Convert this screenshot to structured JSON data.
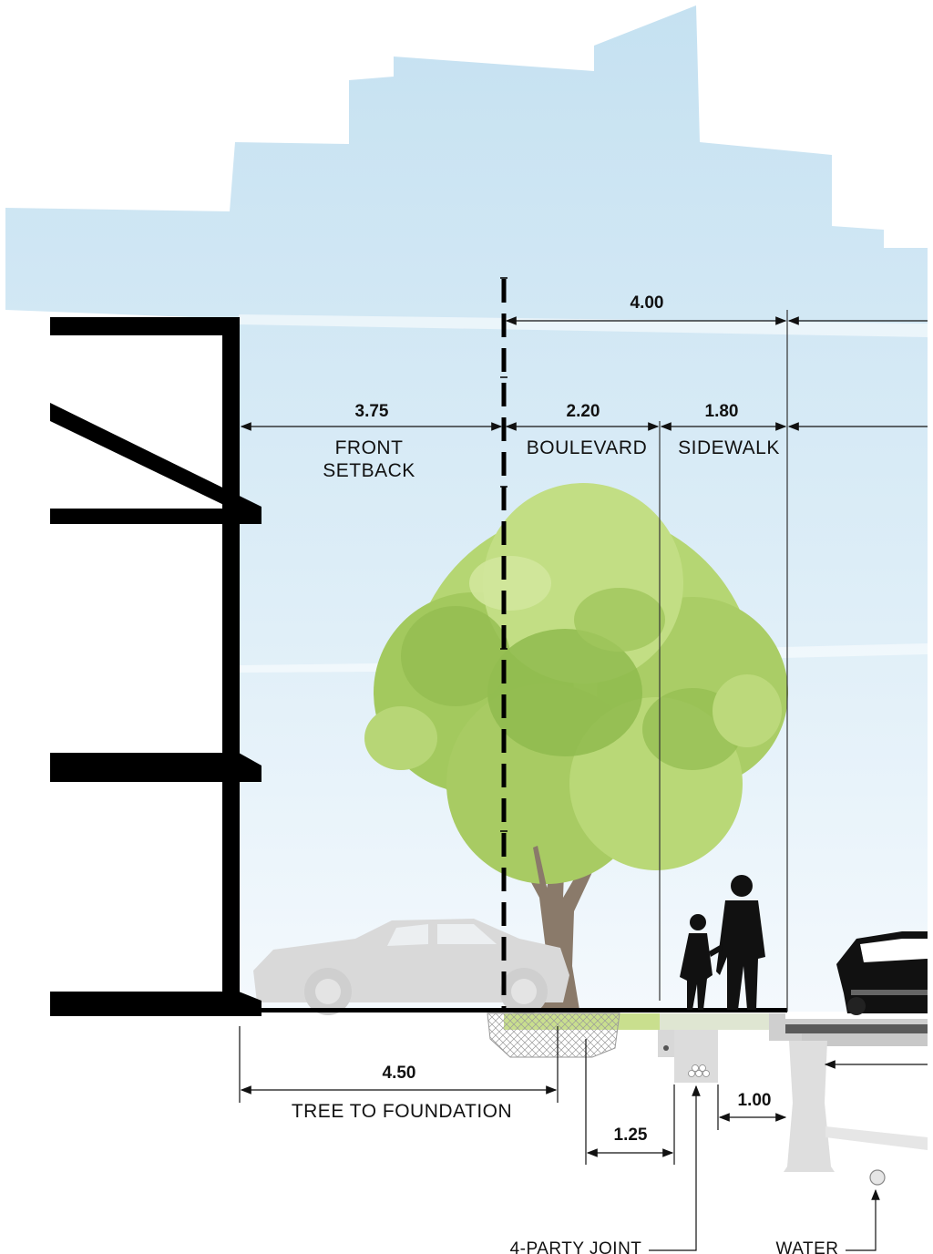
{
  "dimensions": {
    "overall": "4.00",
    "front_setback": "3.75",
    "boulevard": "2.20",
    "sidewalk": "1.80",
    "tree_to_foundation": "4.50",
    "tree_to_joint": "1.25",
    "joint_to_curb": "1.00"
  },
  "zones": {
    "front_setback_line1": "FRONT",
    "front_setback_line2": "SETBACK",
    "boulevard": "BOULEVARD",
    "sidewalk": "SIDEWALK",
    "tree_to_foundation": "TREE TO FOUNDATION"
  },
  "callouts": {
    "four_party_joint": "4-PARTY JOINT",
    "water": "WATER"
  },
  "colors": {
    "sky_top": "#c7e2f1",
    "sky_bottom": "#f2f8fc",
    "tree_light": "#b7d676",
    "tree_mid": "#9cc35a",
    "tree_dark": "#83ad44",
    "trunk": "#8a7a6a",
    "structure": "#000000",
    "car_ghost": "#d9d9d9",
    "grass_strip": "#c9df8e",
    "sidewalk_strip": "#dfe6d2",
    "utility": "#d8d8d8"
  }
}
